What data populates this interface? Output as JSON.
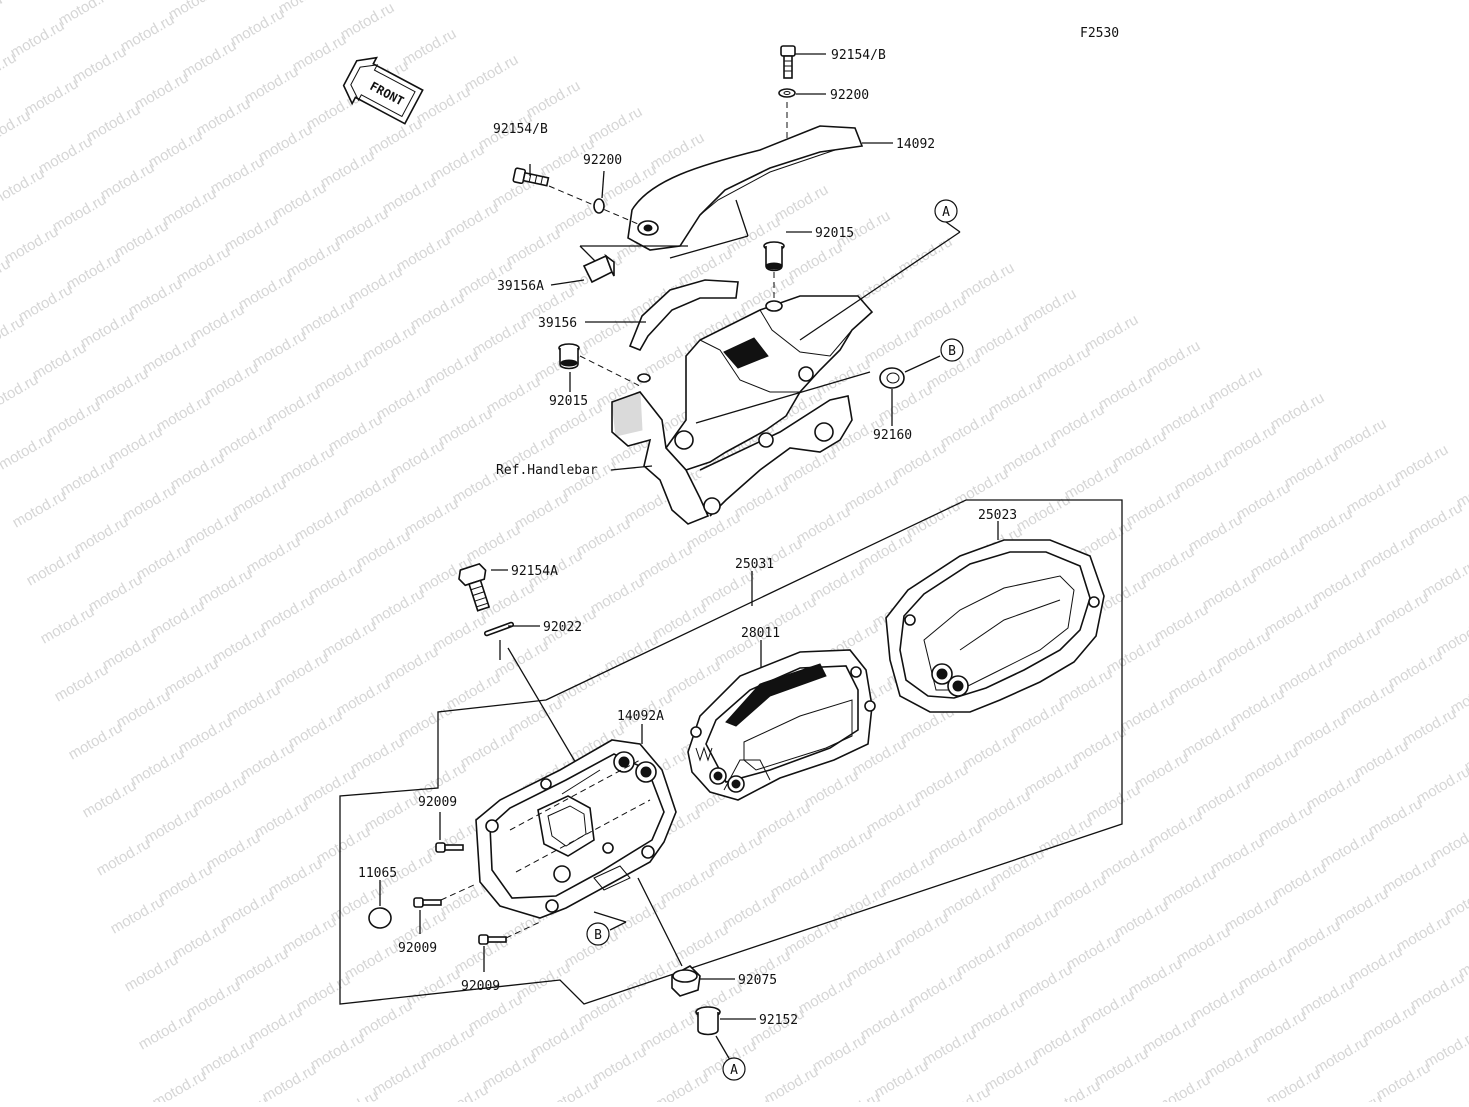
{
  "diagram": {
    "figure_code": "F2530",
    "front_marker": "FRONT",
    "watermark": "motod.ru",
    "callouts": [
      "A",
      "B"
    ],
    "ref_label": "Ref.Handlebar",
    "parts": [
      {
        "id": "p-92154b-top",
        "number": "92154/B"
      },
      {
        "id": "p-92200-top",
        "number": "92200"
      },
      {
        "id": "p-14092",
        "number": "14092"
      },
      {
        "id": "p-92154b-left",
        "number": "92154/B"
      },
      {
        "id": "p-92200-left",
        "number": "92200"
      },
      {
        "id": "p-92015-right",
        "number": "92015"
      },
      {
        "id": "p-39156a",
        "number": "39156A"
      },
      {
        "id": "p-39156",
        "number": "39156"
      },
      {
        "id": "p-92015-left",
        "number": "92015"
      },
      {
        "id": "p-92160",
        "number": "92160"
      },
      {
        "id": "p-25023",
        "number": "25023"
      },
      {
        "id": "p-25031",
        "number": "25031"
      },
      {
        "id": "p-92154a",
        "number": "92154A"
      },
      {
        "id": "p-92022",
        "number": "92022"
      },
      {
        "id": "p-28011",
        "number": "28011"
      },
      {
        "id": "p-14092a",
        "number": "14092A"
      },
      {
        "id": "p-92009-a",
        "number": "92009"
      },
      {
        "id": "p-11065",
        "number": "11065"
      },
      {
        "id": "p-92009-b",
        "number": "92009"
      },
      {
        "id": "p-92009-c",
        "number": "92009"
      },
      {
        "id": "p-92075",
        "number": "92075"
      },
      {
        "id": "p-92152",
        "number": "92152"
      }
    ]
  }
}
